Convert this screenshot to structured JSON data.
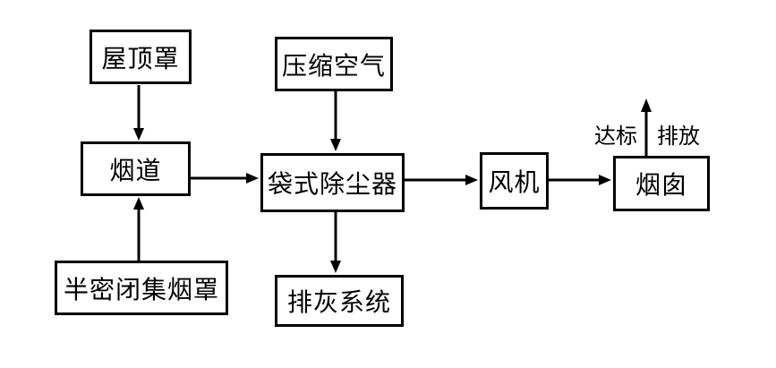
{
  "diagram": {
    "type": "flowchart",
    "background_color": "#ffffff",
    "stroke_color": "#000000",
    "nodes": [
      {
        "id": "roof-hood",
        "label": "屋顶罩"
      },
      {
        "id": "compressed-air",
        "label": "压缩空气"
      },
      {
        "id": "flue",
        "label": "烟道"
      },
      {
        "id": "bag-filter",
        "label": "袋式除尘器"
      },
      {
        "id": "fan",
        "label": "风机"
      },
      {
        "id": "chimney",
        "label": "烟囱"
      },
      {
        "id": "semi-enclosed-hood",
        "label": "半密闭集烟罩"
      },
      {
        "id": "ash-system",
        "label": "排灰系统"
      }
    ],
    "edges": [
      {
        "from": "roof-hood",
        "to": "flue",
        "direction": "down"
      },
      {
        "from": "compressed-air",
        "to": "bag-filter",
        "direction": "down"
      },
      {
        "from": "semi-enclosed-hood",
        "to": "flue",
        "direction": "up"
      },
      {
        "from": "flue",
        "to": "bag-filter",
        "direction": "right"
      },
      {
        "from": "bag-filter",
        "to": "fan",
        "direction": "right"
      },
      {
        "from": "fan",
        "to": "chimney",
        "direction": "right"
      },
      {
        "from": "bag-filter",
        "to": "ash-system",
        "direction": "down"
      },
      {
        "from": "chimney",
        "to": "emission",
        "direction": "up"
      }
    ],
    "emission_annotation": {
      "left_label": "达标",
      "right_label": "排放"
    }
  }
}
